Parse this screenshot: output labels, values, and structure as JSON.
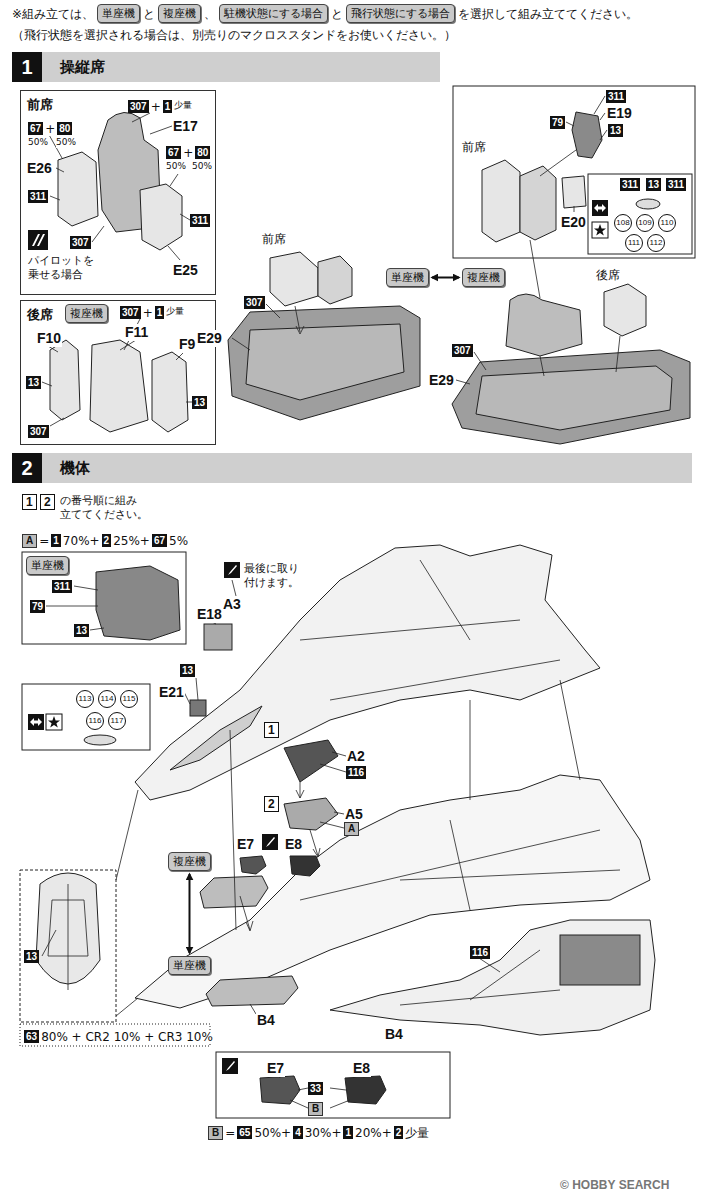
{
  "diagram": {
    "nodes": [
      {
        "text": [
          "単座機"
        ]
      },
      {
        "text": [
          "複座機"
        ]
      },
      {
        "text": [
          "駐機状態にする場合"
        ]
      },
      {
        "text": [
          "飛行状態にする場合"
        ]
      },
      {
        "text": [
          "1",
          "操縦席"
        ]
      },
      {
        "text": [
          "前席"
        ]
      },
      {
        "text": [
          "後席"
        ]
      },
      {
        "text": [
          "複座機"
        ],
        "in": 6
      },
      {
        "text": [
          "単座機"
        ]
      },
      {
        "text": [
          "複座機"
        ]
      },
      {
        "text": [
          "2",
          "機体"
        ]
      },
      {
        "text": [
          "単座機"
        ]
      },
      {
        "text": [
          "複座機"
        ]
      },
      {
        "text": [
          "単座機"
        ]
      }
    ],
    "edges": [
      {
        "from": 8,
        "to": 9,
        "arrow": "both"
      },
      {
        "from": 12,
        "to": 13,
        "arrow": "both"
      }
    ],
    "labels": [
      "※組み立ては、",
      "と",
      "、",
      "と",
      "を選択して組み立ててください。",
      "（飛行状態を選択される場合は、別売りのマクロススタンドをお使いください。）",
      "307",
      "+",
      "1",
      "少量",
      "E17",
      "67",
      "+",
      "80",
      "50%",
      "50%",
      "E26",
      "311",
      "307",
      "67",
      "+",
      "80",
      "50%",
      "50%",
      "311",
      "E25",
      "パイロットを 乗せる場合",
      "307",
      "+",
      "1",
      "少量",
      "F11",
      "F10",
      "F9",
      "13",
      "13",
      "307",
      "前席",
      "E29",
      "307",
      "311",
      "E19",
      "79",
      "13",
      "前席",
      "E20",
      "311",
      "13",
      "311",
      "108",
      "109",
      "110",
      "111",
      "112",
      "後席",
      "E29",
      "307",
      "1",
      "2",
      "の番号順に組み 立ててください。",
      "A",
      "=",
      "1",
      "70%+",
      "2",
      "25%+",
      "67",
      "5%",
      "311",
      "79",
      "13",
      "E18",
      "最後に取り 付けます。",
      "A3",
      "13",
      "E21",
      "113",
      "114",
      "115",
      "116",
      "117",
      "1",
      "A2",
      "116",
      "2",
      "A5",
      "A",
      "E7",
      "E8",
      "B4",
      "13",
      "63",
      "80% + CR2 10% + CR3 10%",
      "116",
      "B4",
      "E7",
      "E8",
      "33",
      "B",
      "B",
      "=",
      "65",
      "50%+",
      "4",
      "30%+",
      "1",
      "20%+",
      "2",
      "少量",
      "© HOBBY SEARCH"
    ]
  }
}
